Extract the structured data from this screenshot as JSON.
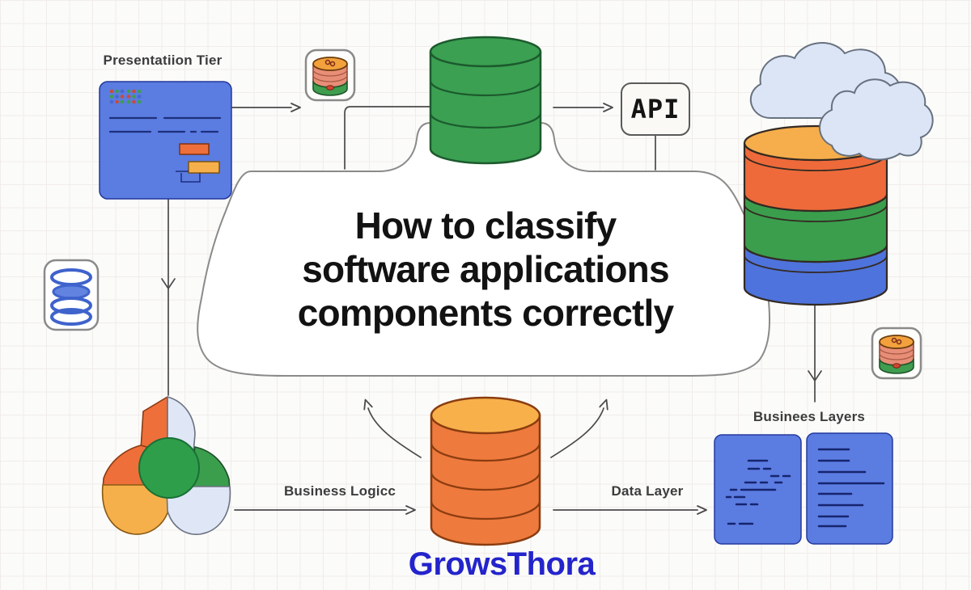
{
  "header": {
    "title_lines": [
      "How to classify",
      "software applications",
      "components correctly"
    ]
  },
  "labels": {
    "presentation_tier": "Presentatiion Tier",
    "api": "API",
    "business_logic": "Business Logicc",
    "data_layer": "Data Layer",
    "business_layers": "Businees Layers"
  },
  "watermark": {
    "text": "GrowsThora",
    "color": "#2424cc"
  },
  "icons": {
    "mini_database_top": "database-cylinder-icon",
    "mini_database_right": "database-cylinder-icon",
    "spring_database": "wireframe-database-rings-icon",
    "clouds": "cloud-icon",
    "presentation_panel": "browser-window-icon",
    "flower": "pinwheel-petals-icon",
    "doc_panels": "document-code-panels-icon"
  },
  "colors": {
    "green_db": "#3ba052",
    "orange_db_body": "#ee7a3d",
    "orange_db_top": "#f8b04a",
    "layer_orange": "#ee6a3a",
    "layer_green": "#3a9e4d",
    "layer_blue": "#4e73dc",
    "layer_top": "#f6ad4b",
    "panel_blue": "#5b7ce1",
    "cloud": "#dbe5f6",
    "arrow": "#4a4a4a",
    "bubble_stroke": "#8a8a8a",
    "watermark_blue": "#2424cc"
  }
}
